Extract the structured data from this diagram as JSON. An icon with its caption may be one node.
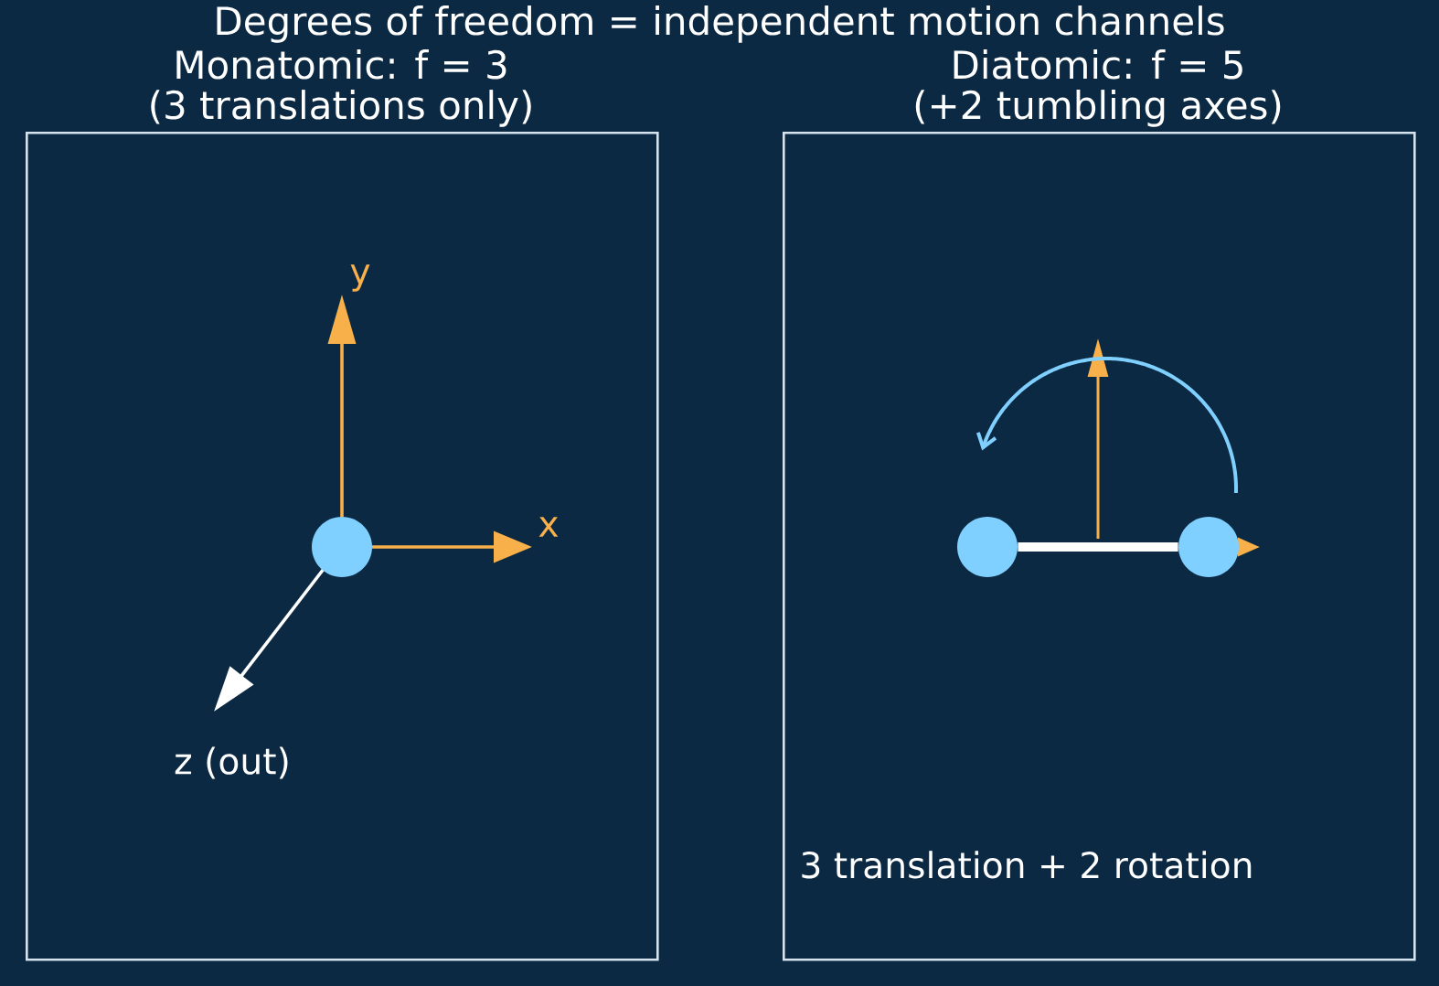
{
  "diagram": {
    "title": "Degrees of freedom = independent motion channels",
    "nodes": [
      {
        "text": [
          "Monatomic: f = 3",
          "(3 translations only)"
        ]
      },
      {
        "text": [],
        "shape": "circle",
        "in": 0
      },
      {
        "text": [
          "Diatomic: f = 5",
          "(+2 tumbling axes)",
          "3 translation + 2 rotation"
        ]
      },
      {
        "text": [],
        "shape": "circle",
        "in": 2
      },
      {
        "text": [],
        "shape": "circle",
        "in": 2
      }
    ],
    "edges": [
      {
        "from": 3,
        "to": 4,
        "arrow": "none"
      }
    ],
    "labels": [
      "y",
      "x",
      "z (out)"
    ]
  }
}
